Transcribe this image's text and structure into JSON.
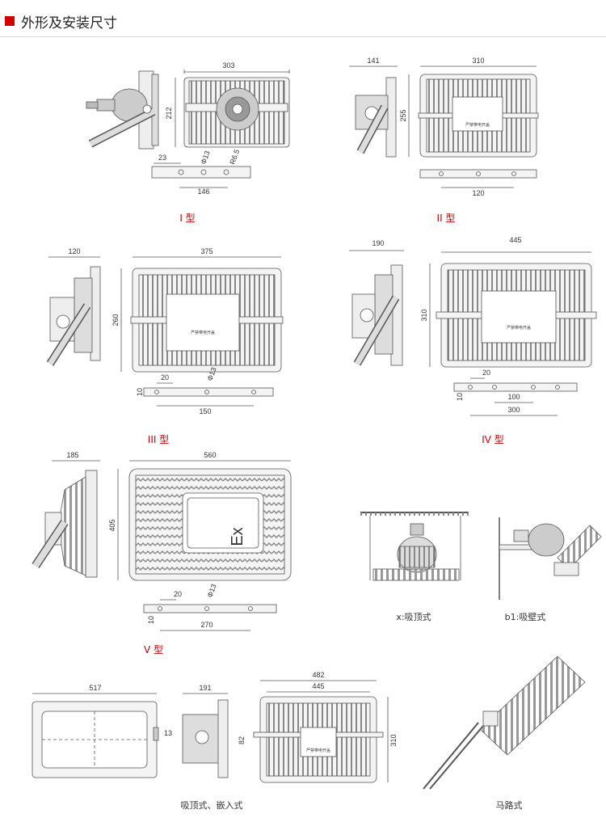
{
  "header": {
    "title": "外形及安装尺寸",
    "accent": "#d40000"
  },
  "type1": {
    "caption": "I 型",
    "dims": {
      "width": "303",
      "height": "212",
      "hole_offset": "23",
      "hole_dia": "Φ13",
      "radius": "R6.5",
      "hole_span": "146"
    }
  },
  "type2": {
    "caption": "II 型",
    "dims": {
      "side": "141",
      "width": "310",
      "height": "255",
      "hole_span": "120"
    },
    "plate_text": "严禁带电开盖"
  },
  "type3": {
    "caption": "III 型",
    "dims": {
      "side": "120",
      "width": "375",
      "height": "260",
      "hole_offset": "20",
      "hole_dia": "Φ13",
      "thickness": "10",
      "hole_span": "150"
    },
    "plate_text": "严禁带电开盖"
  },
  "type4": {
    "caption": "IV 型",
    "dims": {
      "side": "190",
      "width": "445",
      "height": "310",
      "hole_offset": "20",
      "thickness": "10",
      "hole_span_inner": "100",
      "hole_span": "300"
    },
    "plate_text": "严禁带电开盖"
  },
  "type5": {
    "caption": "V 型",
    "dims": {
      "side": "185",
      "width": "560",
      "height": "405",
      "hole_offset": "20",
      "hole_dia": "Φ13",
      "thickness": "10",
      "hole_span": "270"
    },
    "ex_mark": "Ex"
  },
  "mounts": {
    "ceiling": "x:吸顶式",
    "wall": "b1:吸壁式",
    "recessed": "吸顶式、嵌入式",
    "road": "马路式"
  },
  "type6": {
    "dims": {
      "front_width": "517",
      "front_side": "13",
      "side_width": "191",
      "side_height": "82",
      "outer_width": "482",
      "inner_width": "445",
      "height": "310"
    },
    "plate_text": "严禁带电开盖"
  }
}
